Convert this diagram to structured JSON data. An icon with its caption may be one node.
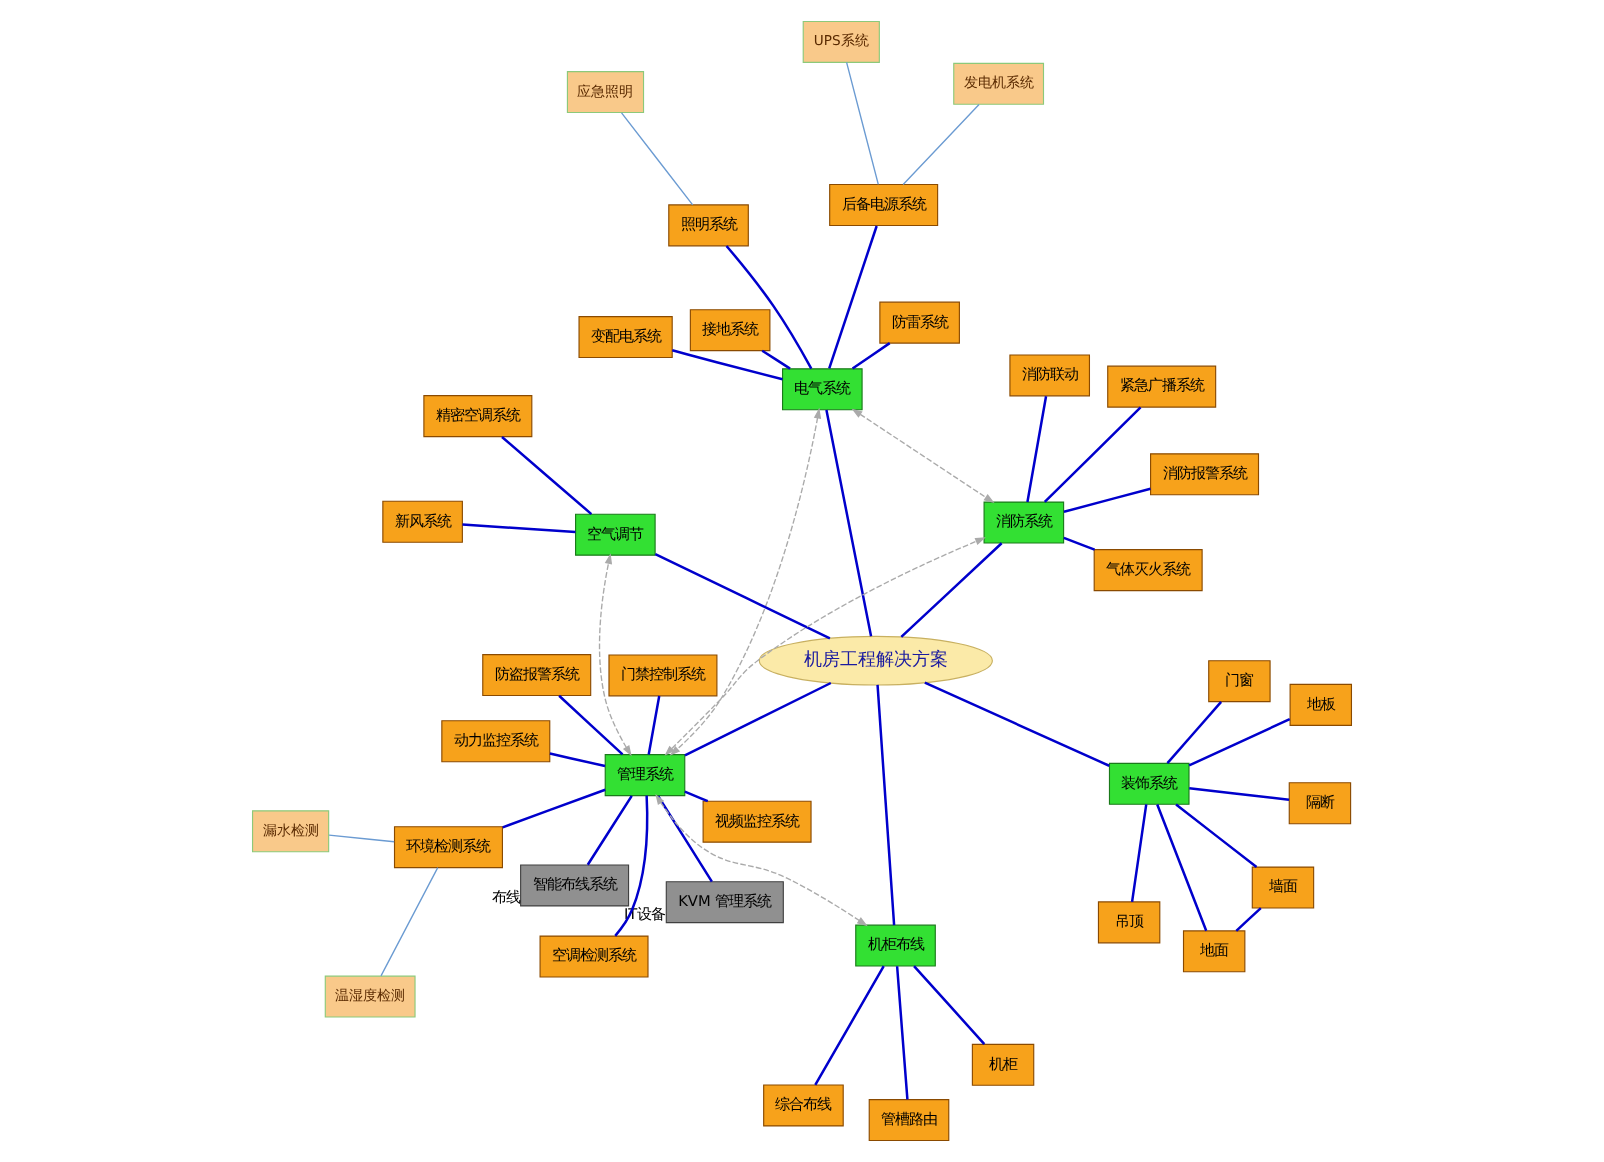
{
  "diagram": {
    "nodes": [
      {
        "text": [
          "吊顶"
        ]
      },
      {
        "text": [
          "墙面"
        ]
      },
      {
        "text": [
          "地面"
        ]
      },
      {
        "text": [
          "地板"
        ]
      },
      {
        "text": [
          "隔断"
        ]
      },
      {
        "text": [
          "门窗"
        ]
      },
      {
        "text": [
          "综合布线"
        ]
      },
      {
        "text": [
          "机柜"
        ]
      },
      {
        "text": [
          "管槽路由"
        ]
      },
      {
        "text": [
          "KVM 管理系统"
        ],
        "beside": [
          "IT设备"
        ]
      },
      {
        "text": [
          "智能布线系统"
        ],
        "beside": [
          "布线"
        ]
      },
      {
        "text": [
          "UPS系统"
        ]
      },
      {
        "text": [
          "发电机系统"
        ]
      },
      {
        "text": [
          "装饰系统"
        ]
      },
      {
        "text": [
          "机柜布线"
        ]
      },
      {
        "text": [
          "视频监控系统"
        ]
      },
      {
        "text": [
          "后备电源系统"
        ]
      },
      {
        "text": [
          "防盗报警系统"
        ]
      },
      {
        "text": [
          "变配电系统"
        ]
      },
      {
        "text": [
          "电气系统"
        ]
      },
      {
        "text": [
          "机房工程解决方案"
        ]
      },
      {
        "text": [
          "管理系统"
        ]
      },
      {
        "text": [
          "门禁控制系统"
        ]
      },
      {
        "text": [
          "应急照明"
        ]
      },
      {
        "text": [
          "照明系统"
        ]
      },
      {
        "text": [
          "空调检测系统"
        ]
      },
      {
        "text": [
          "防雷系统"
        ]
      },
      {
        "text": [
          "动力监控系统"
        ]
      },
      {
        "text": [
          "消防系统"
        ]
      },
      {
        "text": [
          "空气调节"
        ]
      },
      {
        "text": [
          "接地系统"
        ]
      },
      {
        "text": [
          "环境检测系统"
        ]
      },
      {
        "text": [
          "温湿度检测"
        ]
      },
      {
        "text": [
          "漏水检测"
        ]
      },
      {
        "text": [
          "消防报警系统"
        ]
      },
      {
        "text": [
          "气体灭火系统"
        ]
      },
      {
        "text": [
          "消防联动"
        ]
      },
      {
        "text": [
          "紧急广播系统"
        ]
      },
      {
        "text": [
          "精密空调系统"
        ]
      },
      {
        "text": [
          "新风系统"
        ]
      }
    ],
    "edges": [
      {
        "from": 0,
        "to": 13,
        "arrow": "none"
      },
      {
        "from": 1,
        "to": 13,
        "arrow": "none"
      },
      {
        "from": 2,
        "to": 13,
        "arrow": "none"
      },
      {
        "from": 3,
        "to": 13,
        "arrow": "none"
      },
      {
        "from": 4,
        "to": 13,
        "arrow": "none"
      },
      {
        "from": 5,
        "to": 13,
        "arrow": "none"
      },
      {
        "from": 1,
        "to": 2,
        "arrow": "none"
      },
      {
        "from": 6,
        "to": 14,
        "arrow": "none"
      },
      {
        "from": 7,
        "to": 14,
        "arrow": "none"
      },
      {
        "from": 8,
        "to": 14,
        "arrow": "none"
      },
      {
        "from": 13,
        "to": 20,
        "arrow": "none"
      },
      {
        "from": 14,
        "to": 20,
        "arrow": "none"
      },
      {
        "from": 19,
        "to": 20,
        "arrow": "none"
      },
      {
        "from": 20,
        "to": 21,
        "arrow": "none"
      },
      {
        "from": 20,
        "to": 28,
        "arrow": "none"
      },
      {
        "from": 20,
        "to": 29,
        "arrow": "none"
      },
      {
        "from": 19,
        "to": 16,
        "arrow": "none"
      },
      {
        "from": 19,
        "to": 18,
        "arrow": "none"
      },
      {
        "from": 19,
        "to": 24,
        "arrow": "none"
      },
      {
        "from": 19,
        "to": 26,
        "arrow": "none"
      },
      {
        "from": 19,
        "to": 30,
        "arrow": "none"
      },
      {
        "from": 16,
        "to": 11,
        "arrow": "none",
        "color": "#6b9bd2"
      },
      {
        "from": 16,
        "to": 12,
        "arrow": "none",
        "color": "#6b9bd2"
      },
      {
        "from": 24,
        "to": 23,
        "arrow": "none",
        "color": "#6b9bd2"
      },
      {
        "from": 21,
        "to": 9,
        "arrow": "none"
      },
      {
        "from": 21,
        "to": 10,
        "arrow": "none"
      },
      {
        "from": 21,
        "to": 15,
        "arrow": "none"
      },
      {
        "from": 21,
        "to": 17,
        "arrow": "none"
      },
      {
        "from": 21,
        "to": 22,
        "arrow": "none"
      },
      {
        "from": 21,
        "to": 25,
        "arrow": "none"
      },
      {
        "from": 21,
        "to": 27,
        "arrow": "none"
      },
      {
        "from": 21,
        "to": 31,
        "arrow": "none"
      },
      {
        "from": 31,
        "to": 32,
        "arrow": "none",
        "color": "#6b9bd2"
      },
      {
        "from": 31,
        "to": 33,
        "arrow": "none",
        "color": "#6b9bd2"
      },
      {
        "from": 28,
        "to": 34,
        "arrow": "none"
      },
      {
        "from": 28,
        "to": 35,
        "arrow": "none"
      },
      {
        "from": 28,
        "to": 36,
        "arrow": "none"
      },
      {
        "from": 28,
        "to": 37,
        "arrow": "none"
      },
      {
        "from": 29,
        "to": 38,
        "arrow": "none"
      },
      {
        "from": 29,
        "to": 39,
        "arrow": "none"
      },
      {
        "from": 21,
        "to": 14,
        "arrow": "both",
        "style": "dashed",
        "color": "#aaaaaa"
      },
      {
        "from": 19,
        "to": 21,
        "arrow": "both",
        "style": "dashed",
        "color": "#aaaaaa"
      },
      {
        "from": 19,
        "to": 28,
        "arrow": "both",
        "style": "dashed",
        "color": "#aaaaaa"
      },
      {
        "from": 21,
        "to": 28,
        "arrow": "both",
        "style": "dashed",
        "color": "#aaaaaa"
      },
      {
        "from": 21,
        "to": 29,
        "arrow": "both",
        "style": "dashed",
        "color": "#aaaaaa"
      }
    ]
  }
}
